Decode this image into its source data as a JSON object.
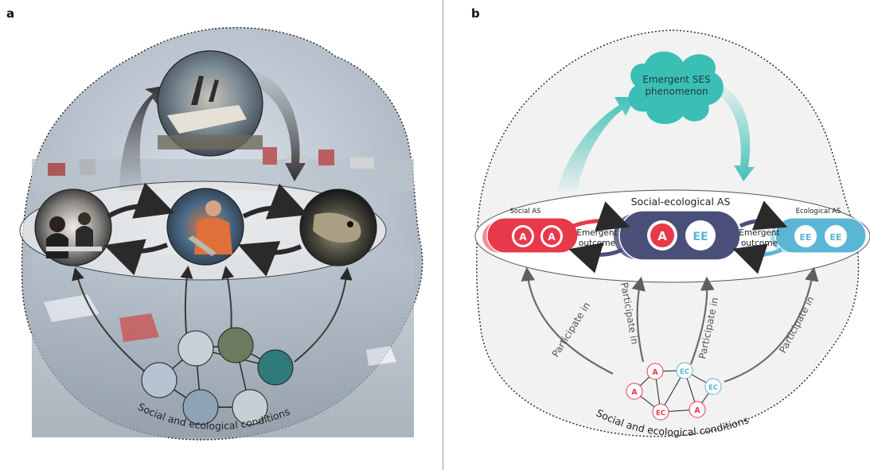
{
  "panel_a": {
    "letter": "a",
    "conditions_label": "Social and ecological conditions"
  },
  "panel_b": {
    "letter": "b",
    "emergent_label_line1": "Emergent SES",
    "emergent_label_line2": "phenomenon",
    "social_ecological_label": "Social-ecological AS",
    "social_as_label": "Social AS",
    "ecological_as_label": "Ecological AS",
    "node_agent": "A",
    "node_ee": "EE",
    "emergent_outcome_line1": "Emergent",
    "emergent_outcome_line2": "outcome",
    "participate_label": "Participate in",
    "conditions_label": "Social and ecological conditions",
    "network_nodes": [
      "A",
      "A",
      "EC",
      "EC",
      "EC",
      "A"
    ]
  },
  "colors": {
    "social_red": "#e8394a",
    "social_dark": "#4a4f7a",
    "ecological_blue": "#5bb6d6",
    "teal": "#3bbfb5",
    "arrow_grey": "#6b6b6b"
  }
}
